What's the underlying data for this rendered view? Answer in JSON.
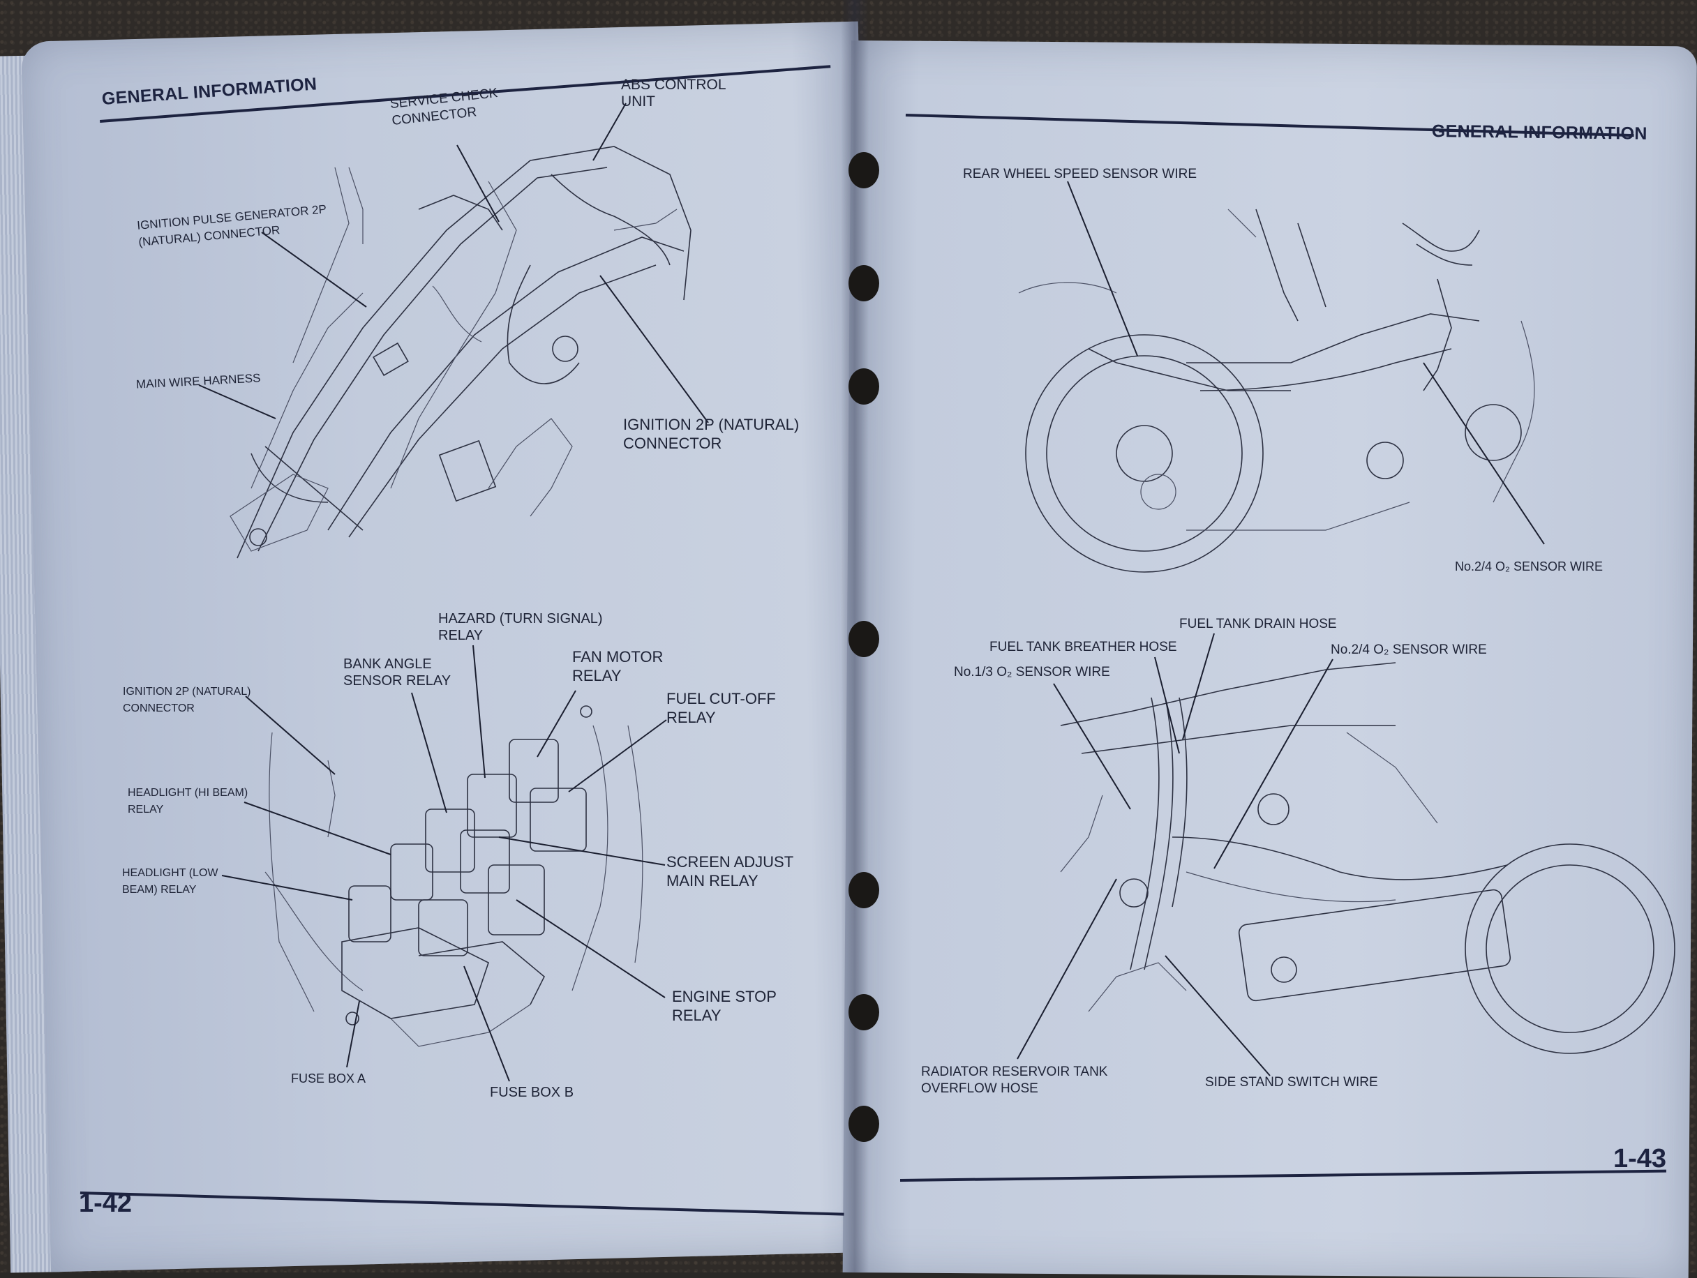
{
  "left_page": {
    "header": "GENERAL INFORMATION",
    "page_number": "1-42",
    "top_figure_labels": {
      "service_check": "SERVICE CHECK\nCONNECTOR",
      "abs_control": "ABS CONTROL\nUNIT",
      "ignition_pulse": "IGNITION PULSE GENERATOR 2P\n(NATURAL) CONNECTOR",
      "main_wire": "MAIN WIRE HARNESS",
      "ignition_2p": "IGNITION 2P (NATURAL)\nCONNECTOR"
    },
    "bottom_figure_labels": {
      "hazard": "HAZARD (TURN SIGNAL)\nRELAY",
      "bank_angle": "BANK ANGLE\nSENSOR RELAY",
      "fan_motor": "FAN MOTOR\nRELAY",
      "fuel_cutoff": "FUEL CUT-OFF\nRELAY",
      "ignition_2p_small": "IGNITION 2P (NATURAL)\nCONNECTOR",
      "headlight_hi": "HEADLIGHT (HI BEAM)\nRELAY",
      "headlight_low": "HEADLIGHT (LOW\nBEAM) RELAY",
      "screen_adjust": "SCREEN ADJUST\nMAIN RELAY",
      "engine_stop": "ENGINE STOP\nRELAY",
      "fuse_a": "FUSE BOX A",
      "fuse_b": "FUSE BOX B"
    }
  },
  "right_page": {
    "header": "GENERAL INFORMATION",
    "page_number": "1-43",
    "top_figure_labels": {
      "rear_wheel": "REAR WHEEL SPEED SENSOR WIRE",
      "o2_24_top": "No.2/4 O₂ SENSOR WIRE"
    },
    "bottom_figure_labels": {
      "drain_hose": "FUEL TANK DRAIN HOSE",
      "breather_hose": "FUEL TANK BREATHER HOSE",
      "o2_24": "No.2/4 O₂ SENSOR WIRE",
      "o2_13": "No.1/3 O₂ SENSOR WIRE",
      "radiator": "RADIATOR RESERVOIR TANK\nOVERFLOW HOSE",
      "side_stand": "SIDE STAND SWITCH WIRE"
    }
  }
}
